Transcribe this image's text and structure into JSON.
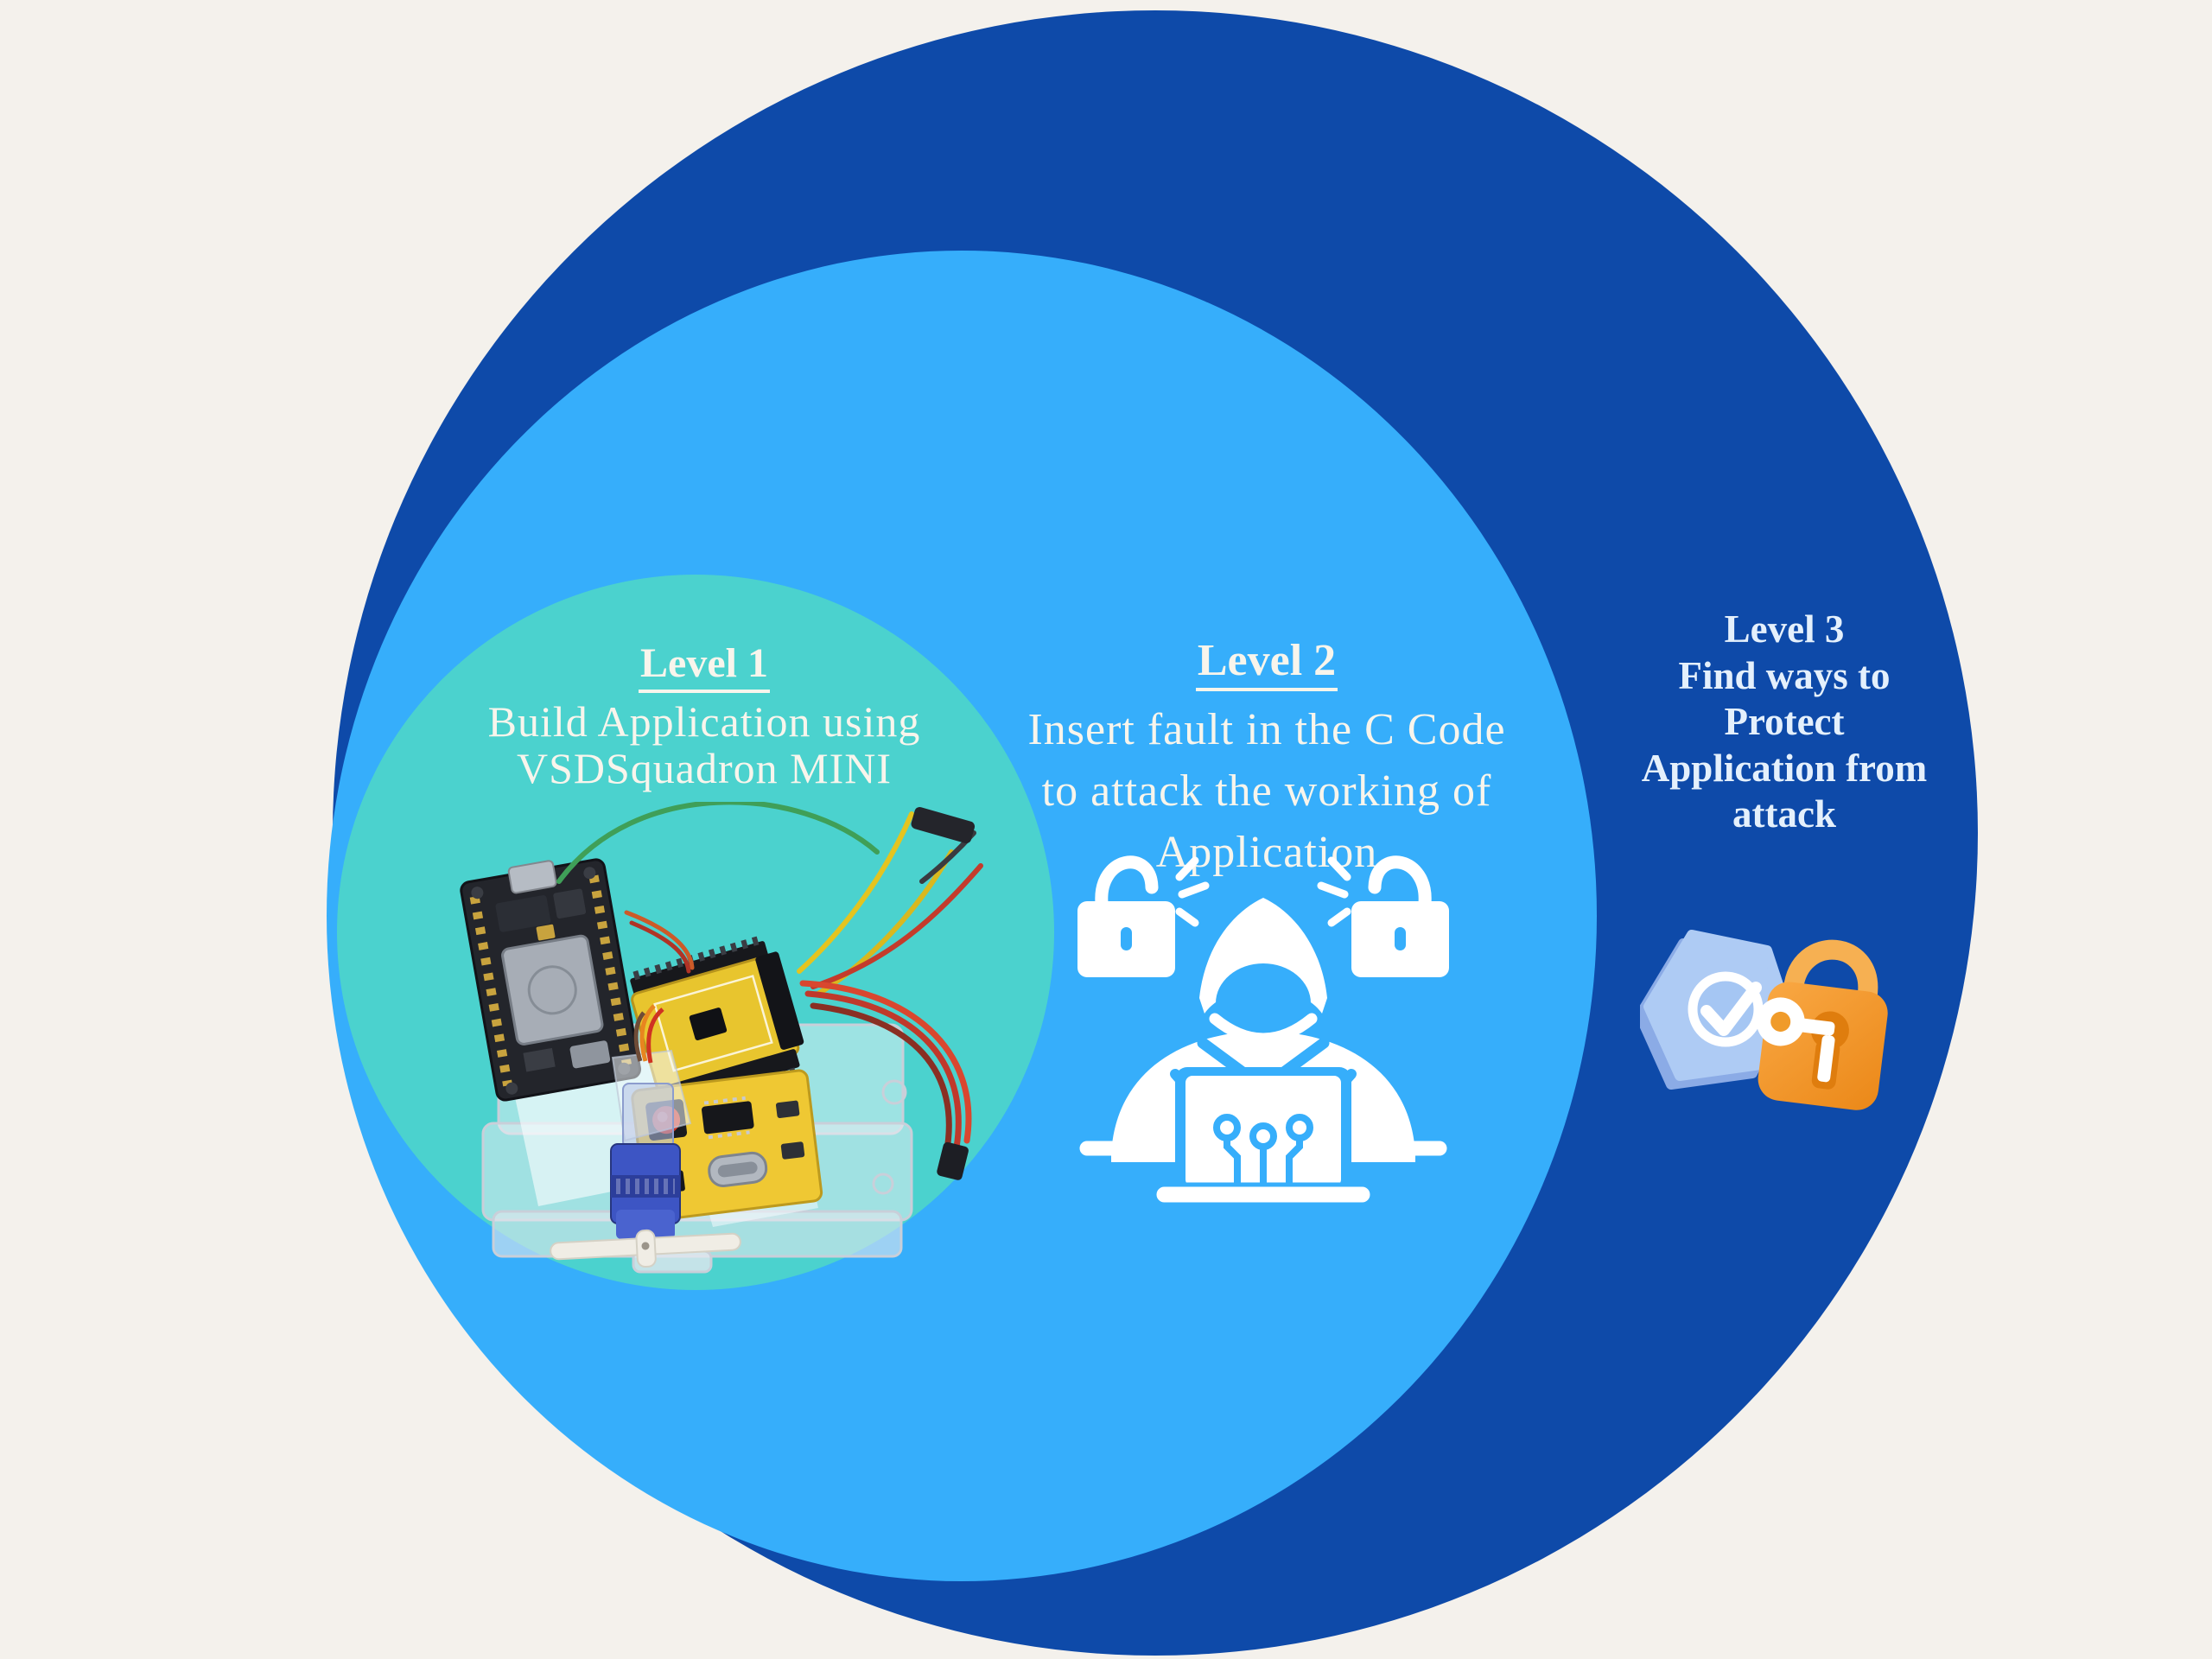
{
  "palette": {
    "background": "#f4f1ec",
    "outer_circle": "#0e4aa9",
    "middle_circle": "#36aefb",
    "inner_circle": "#4bd2ce",
    "level_1_2_text": "#f8f5ec",
    "level_3_text": "#e4f0fc",
    "icon_white": "#ffffff",
    "lock_body_orange": "#f59d33",
    "lock_shackle_orange": "#f6b052",
    "keyhole_orange": "#df7d0e",
    "shield_hexagon_blue": "#aecbf4",
    "wire_green": "#3f9f58",
    "wire_yellow": "#e4c41f",
    "wire_red": "#c0392b",
    "wire_orange": "#e8851f",
    "servo_blue": "#3d55c4",
    "pcb_yellow": "#e8c52e",
    "board_black": "#23252b"
  },
  "levels": [
    {
      "id": "level-1",
      "heading": "Level 1",
      "lines": [
        "Build Application using",
        "VSDSquadron MINI"
      ],
      "icon": "vsdsquadron-mini-hardware-photo"
    },
    {
      "id": "level-2",
      "heading": "Level 2",
      "lines": [
        "Insert fault in the C Code",
        "to attack the working of",
        "Application"
      ],
      "icon": "hacker-laptop-unlocked-padlocks-icon"
    },
    {
      "id": "level-3",
      "heading": "Level 3",
      "lines": [
        "Find ways to",
        "Protect",
        "Application from",
        "attack"
      ],
      "icon": "shield-check-padlock-key-icon"
    }
  ]
}
